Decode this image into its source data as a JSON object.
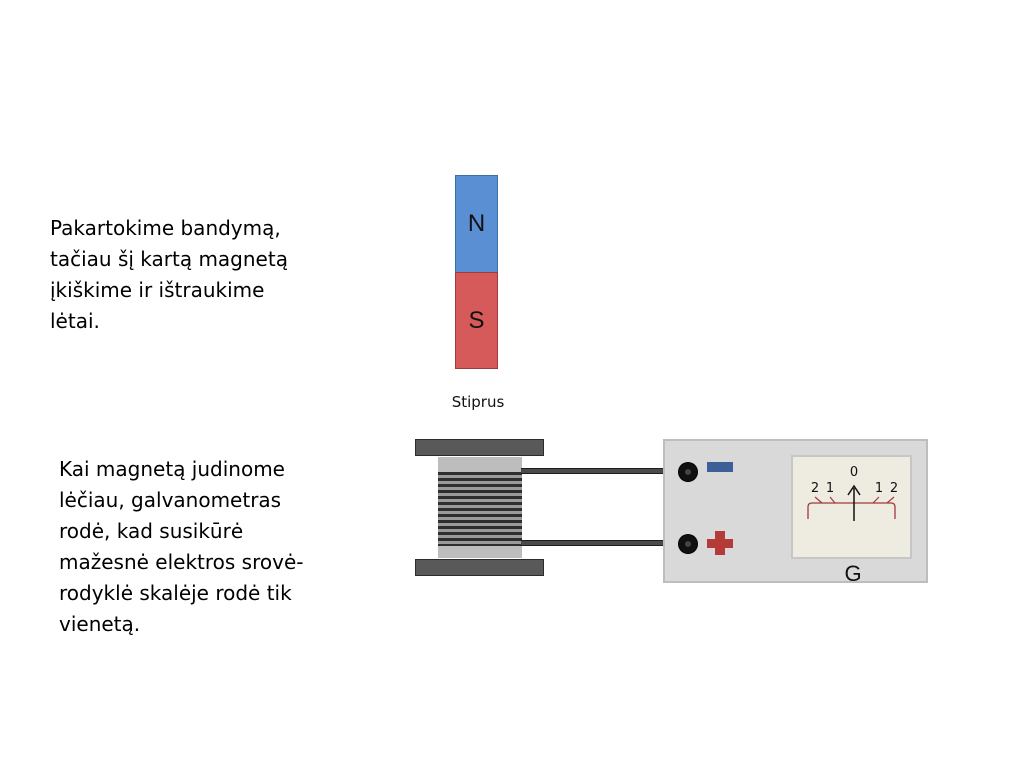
{
  "intro_text": "Pakartokime bandymą,\ntačiau šį kartą magnetą\nįkiškime ir ištraukime\nlėtai.",
  "explanation_text": "Kai magnetą judinome\nlėčiau, galvanometras\nrodė, kad susikūrė\nmažesnė elektros srovė-\nrodyklė skalėje rodė tik\nvienetą.",
  "magnet": {
    "north_label": "N",
    "south_label": "S",
    "caption": "Stiprus",
    "north_color": "#5b8fd4",
    "south_color": "#d65a5a"
  },
  "galvanometer": {
    "label": "G",
    "scale": {
      "zero": "0",
      "left_2": "2",
      "left_1": "1",
      "right_1": "1",
      "right_2": "2"
    },
    "needle_reading": 0,
    "negative_terminal_icon": "minus-icon",
    "positive_terminal_icon": "plus-icon",
    "negative_color": "#3b5f96",
    "positive_color": "#b53a3a"
  }
}
